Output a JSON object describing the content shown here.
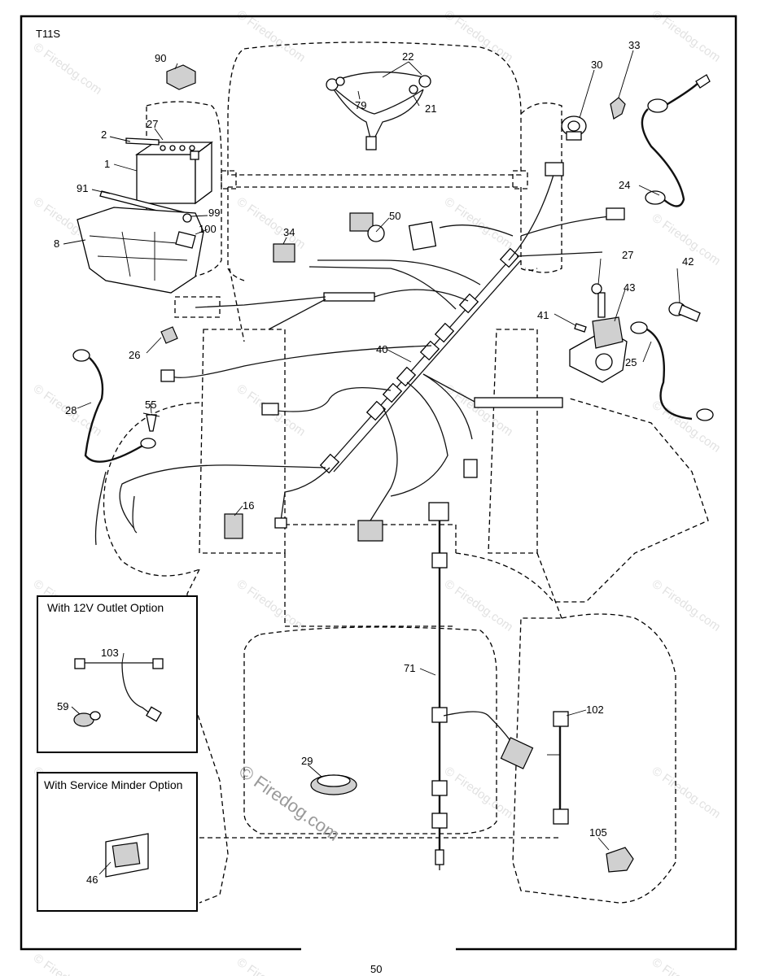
{
  "diagram": {
    "code": "T11S",
    "page_number": "50",
    "watermark": "© Firedog.com",
    "insets": {
      "outlet": {
        "title": "With 12V Outlet Option"
      },
      "minder": {
        "title": "With Service Minder Option"
      }
    },
    "labels": {
      "p90": "90",
      "p22": "22",
      "p79": "79",
      "p21": "21",
      "p30": "30",
      "p33": "33",
      "p2": "2",
      "p27a": "27",
      "p1": "1",
      "p91": "91",
      "p99": "99",
      "p100": "100",
      "p8": "8",
      "p24": "24",
      "p34": "34",
      "p50": "50",
      "p27b": "27",
      "p42": "42",
      "p43": "43",
      "p41": "41",
      "p26": "26",
      "p40": "40",
      "p25": "25",
      "p28": "28",
      "p55": "55",
      "p16": "16",
      "p103": "103",
      "p59": "59",
      "p71": "71",
      "p102": "102",
      "p29": "29",
      "p46": "46",
      "p105": "105"
    }
  }
}
